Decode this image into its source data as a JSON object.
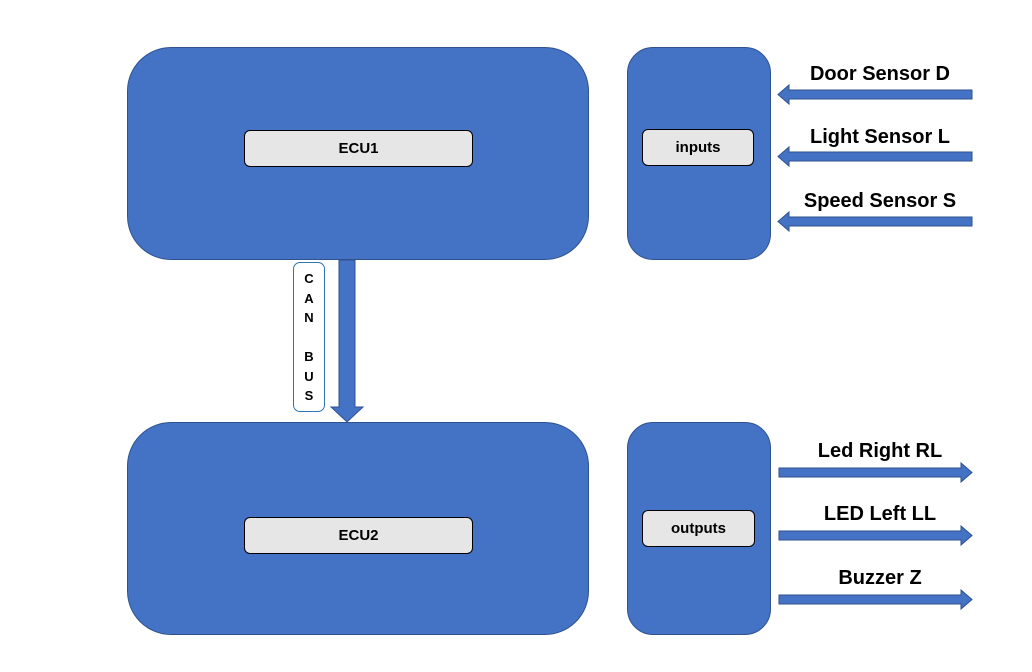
{
  "ecu1": {
    "label": "ECU1"
  },
  "ecu2": {
    "label": "ECU2"
  },
  "inputs": {
    "label": "inputs",
    "signals": [
      "Door Sensor D",
      "Light Sensor L",
      "Speed Sensor S"
    ]
  },
  "outputs": {
    "label": "outputs",
    "signals": [
      "Led Right RL",
      "LED Left LL",
      "Buzzer Z"
    ]
  },
  "bus": {
    "chars": [
      "C",
      "A",
      "N",
      "",
      "B",
      "U",
      "S"
    ]
  },
  "colors": {
    "block_fill": "#4472c4",
    "block_border": "#2f528f",
    "label_fill": "#e7e6e6"
  }
}
